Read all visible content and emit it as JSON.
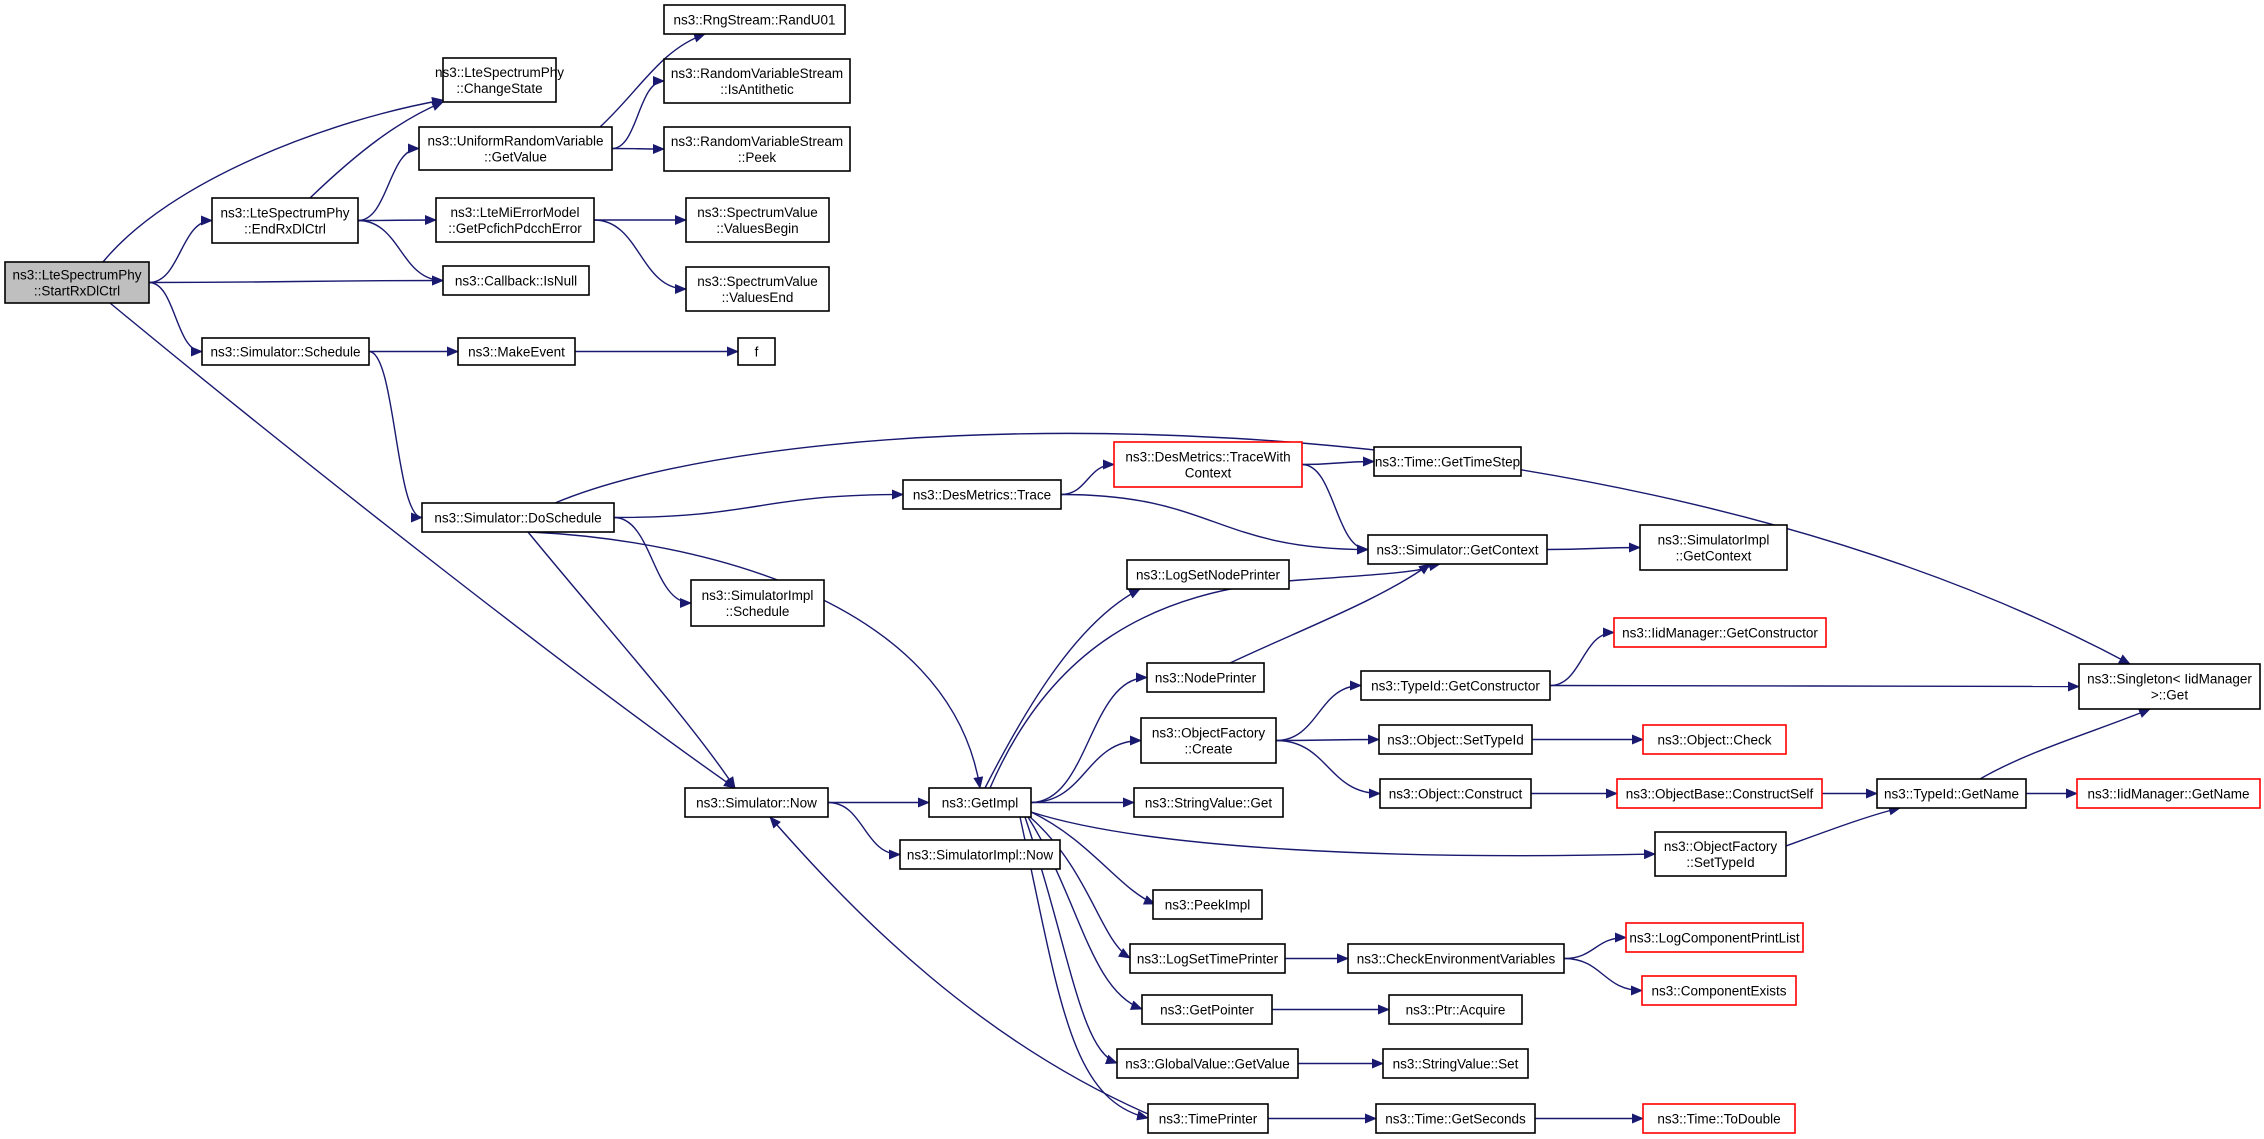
{
  "diagram": {
    "colors": {
      "edge": "#191970",
      "border_default": "#000000",
      "border_truncated": "#ff0000",
      "fill_focus": "#bfbfbf",
      "fill_default": "#ffffff"
    },
    "nodes": [
      {
        "id": "start",
        "lines": [
          "ns3::LteSpectrumPhy",
          "::StartRxDlCtrl"
        ],
        "style": "focus"
      },
      {
        "id": "changestate",
        "lines": [
          "ns3::LteSpectrumPhy",
          "::ChangeState"
        ],
        "style": "normal"
      },
      {
        "id": "endrx",
        "lines": [
          "ns3::LteSpectrumPhy",
          "::EndRxDlCtrl"
        ],
        "style": "normal"
      },
      {
        "id": "isnull",
        "lines": [
          "ns3::Callback::IsNull"
        ],
        "style": "normal"
      },
      {
        "id": "schedule",
        "lines": [
          "ns3::Simulator::Schedule"
        ],
        "style": "normal"
      },
      {
        "id": "urv",
        "lines": [
          "ns3::UniformRandomVariable",
          "::GetValue"
        ],
        "style": "normal"
      },
      {
        "id": "mierr",
        "lines": [
          "ns3::LteMiErrorModel",
          "::GetPcfichPdcchError"
        ],
        "style": "normal"
      },
      {
        "id": "randu01",
        "lines": [
          "ns3::RngStream::RandU01"
        ],
        "style": "normal"
      },
      {
        "id": "isanti",
        "lines": [
          "ns3::RandomVariableStream",
          "::IsAntithetic"
        ],
        "style": "normal"
      },
      {
        "id": "peek",
        "lines": [
          "ns3::RandomVariableStream",
          "::Peek"
        ],
        "style": "normal"
      },
      {
        "id": "vbegin",
        "lines": [
          "ns3::SpectrumValue",
          "::ValuesBegin"
        ],
        "style": "normal"
      },
      {
        "id": "vend",
        "lines": [
          "ns3::SpectrumValue",
          "::ValuesEnd"
        ],
        "style": "normal"
      },
      {
        "id": "makeevent",
        "lines": [
          "ns3::MakeEvent"
        ],
        "style": "normal"
      },
      {
        "id": "f",
        "lines": [
          "f"
        ],
        "style": "normal"
      },
      {
        "id": "dosched",
        "lines": [
          "ns3::Simulator::DoSchedule"
        ],
        "style": "normal"
      },
      {
        "id": "desmtrace",
        "lines": [
          "ns3::DesMetrics::Trace"
        ],
        "style": "normal"
      },
      {
        "id": "tracewith",
        "lines": [
          "ns3::DesMetrics::TraceWith",
          "Context"
        ],
        "style": "truncated"
      },
      {
        "id": "timestep",
        "lines": [
          "ns3::Time::GetTimeStep"
        ],
        "style": "normal"
      },
      {
        "id": "simgetctx",
        "lines": [
          "ns3::Simulator::GetContext"
        ],
        "style": "normal"
      },
      {
        "id": "implgetctx",
        "lines": [
          "ns3::SimulatorImpl",
          "::GetContext"
        ],
        "style": "normal"
      },
      {
        "id": "implsched",
        "lines": [
          "ns3::SimulatorImpl",
          "::Schedule"
        ],
        "style": "normal"
      },
      {
        "id": "lognodeprinter",
        "lines": [
          "ns3::LogSetNodePrinter"
        ],
        "style": "normal"
      },
      {
        "id": "nodeprinter",
        "lines": [
          "ns3::NodePrinter"
        ],
        "style": "normal"
      },
      {
        "id": "ofcreate",
        "lines": [
          "ns3::ObjectFactory",
          "::Create"
        ],
        "style": "normal"
      },
      {
        "id": "simnow",
        "lines": [
          "ns3::Simulator::Now"
        ],
        "style": "normal"
      },
      {
        "id": "getimpl",
        "lines": [
          "ns3::GetImpl"
        ],
        "style": "normal"
      },
      {
        "id": "implnow",
        "lines": [
          "ns3::SimulatorImpl::Now"
        ],
        "style": "normal"
      },
      {
        "id": "svget",
        "lines": [
          "ns3::StringValue::Get"
        ],
        "style": "normal"
      },
      {
        "id": "peekimpl",
        "lines": [
          "ns3::PeekImpl"
        ],
        "style": "normal"
      },
      {
        "id": "logtimeprinter",
        "lines": [
          "ns3::LogSetTimePrinter"
        ],
        "style": "normal"
      },
      {
        "id": "checkenv",
        "lines": [
          "ns3::CheckEnvironmentVariables"
        ],
        "style": "normal"
      },
      {
        "id": "logcomplist",
        "lines": [
          "ns3::LogComponentPrintList"
        ],
        "style": "truncated"
      },
      {
        "id": "compexists",
        "lines": [
          "ns3::ComponentExists"
        ],
        "style": "truncated"
      },
      {
        "id": "getpointer",
        "lines": [
          "ns3::GetPointer"
        ],
        "style": "normal"
      },
      {
        "id": "ptracquire",
        "lines": [
          "ns3::Ptr::Acquire"
        ],
        "style": "normal"
      },
      {
        "id": "gvget",
        "lines": [
          "ns3::GlobalValue::GetValue"
        ],
        "style": "normal"
      },
      {
        "id": "svset",
        "lines": [
          "ns3::StringValue::Set"
        ],
        "style": "normal"
      },
      {
        "id": "timeprinter",
        "lines": [
          "ns3::TimePrinter"
        ],
        "style": "normal"
      },
      {
        "id": "getseconds",
        "lines": [
          "ns3::Time::GetSeconds"
        ],
        "style": "normal"
      },
      {
        "id": "todouble",
        "lines": [
          "ns3::Time::ToDouble"
        ],
        "style": "truncated"
      },
      {
        "id": "tidgetctor",
        "lines": [
          "ns3::TypeId::GetConstructor"
        ],
        "style": "normal"
      },
      {
        "id": "iidgetctor",
        "lines": [
          "ns3::IidManager::GetConstructor"
        ],
        "style": "truncated"
      },
      {
        "id": "objsettid",
        "lines": [
          "ns3::Object::SetTypeId"
        ],
        "style": "normal"
      },
      {
        "id": "objcheck",
        "lines": [
          "ns3::Object::Check"
        ],
        "style": "truncated"
      },
      {
        "id": "objconstruct",
        "lines": [
          "ns3::Object::Construct"
        ],
        "style": "normal"
      },
      {
        "id": "constructself",
        "lines": [
          "ns3::ObjectBase::ConstructSelf"
        ],
        "style": "truncated"
      },
      {
        "id": "tidgetname",
        "lines": [
          "ns3::TypeId::GetName"
        ],
        "style": "normal"
      },
      {
        "id": "iidgetname",
        "lines": [
          "ns3::IidManager::GetName"
        ],
        "style": "truncated"
      },
      {
        "id": "ofsettid",
        "lines": [
          "ns3::ObjectFactory",
          "::SetTypeId"
        ],
        "style": "normal"
      },
      {
        "id": "singleton",
        "lines": [
          "ns3::Singleton< IidManager",
          ">::Get"
        ],
        "style": "normal"
      }
    ],
    "edges": [
      [
        "start",
        "changestate"
      ],
      [
        "start",
        "endrx"
      ],
      [
        "start",
        "isnull"
      ],
      [
        "start",
        "schedule"
      ],
      [
        "start",
        "simnow"
      ],
      [
        "endrx",
        "changestate"
      ],
      [
        "endrx",
        "urv"
      ],
      [
        "endrx",
        "mierr"
      ],
      [
        "endrx",
        "isnull"
      ],
      [
        "urv",
        "randu01"
      ],
      [
        "urv",
        "isanti"
      ],
      [
        "urv",
        "peek"
      ],
      [
        "mierr",
        "vbegin"
      ],
      [
        "mierr",
        "vend"
      ],
      [
        "schedule",
        "makeevent"
      ],
      [
        "schedule",
        "dosched"
      ],
      [
        "makeevent",
        "f"
      ],
      [
        "dosched",
        "singleton"
      ],
      [
        "dosched",
        "desmtrace"
      ],
      [
        "dosched",
        "implsched"
      ],
      [
        "dosched",
        "getimpl"
      ],
      [
        "dosched",
        "simnow"
      ],
      [
        "desmtrace",
        "tracewith"
      ],
      [
        "desmtrace",
        "simgetctx"
      ],
      [
        "tracewith",
        "timestep"
      ],
      [
        "tracewith",
        "simgetctx"
      ],
      [
        "simgetctx",
        "implgetctx"
      ],
      [
        "simnow",
        "getimpl"
      ],
      [
        "simnow",
        "implnow"
      ],
      [
        "getimpl",
        "lognodeprinter"
      ],
      [
        "getimpl",
        "simgetctx"
      ],
      [
        "getimpl",
        "nodeprinter"
      ],
      [
        "getimpl",
        "ofcreate"
      ],
      [
        "getimpl",
        "svget"
      ],
      [
        "getimpl",
        "ofsettid"
      ],
      [
        "getimpl",
        "peekimpl"
      ],
      [
        "getimpl",
        "logtimeprinter"
      ],
      [
        "getimpl",
        "getpointer"
      ],
      [
        "getimpl",
        "gvget"
      ],
      [
        "getimpl",
        "timeprinter"
      ],
      [
        "nodeprinter",
        "simgetctx"
      ],
      [
        "ofcreate",
        "tidgetctor"
      ],
      [
        "ofcreate",
        "objsettid"
      ],
      [
        "ofcreate",
        "objconstruct"
      ],
      [
        "tidgetctor",
        "iidgetctor"
      ],
      [
        "tidgetctor",
        "singleton"
      ],
      [
        "objsettid",
        "objcheck"
      ],
      [
        "objconstruct",
        "constructself"
      ],
      [
        "constructself",
        "tidgetname"
      ],
      [
        "tidgetname",
        "singleton"
      ],
      [
        "tidgetname",
        "iidgetname"
      ],
      [
        "ofsettid",
        "tidgetname"
      ],
      [
        "logtimeprinter",
        "checkenv"
      ],
      [
        "checkenv",
        "logcomplist"
      ],
      [
        "checkenv",
        "compexists"
      ],
      [
        "getpointer",
        "ptracquire"
      ],
      [
        "gvget",
        "svset"
      ],
      [
        "timeprinter",
        "getseconds"
      ],
      [
        "timeprinter",
        "simnow"
      ],
      [
        "getseconds",
        "todouble"
      ]
    ]
  }
}
